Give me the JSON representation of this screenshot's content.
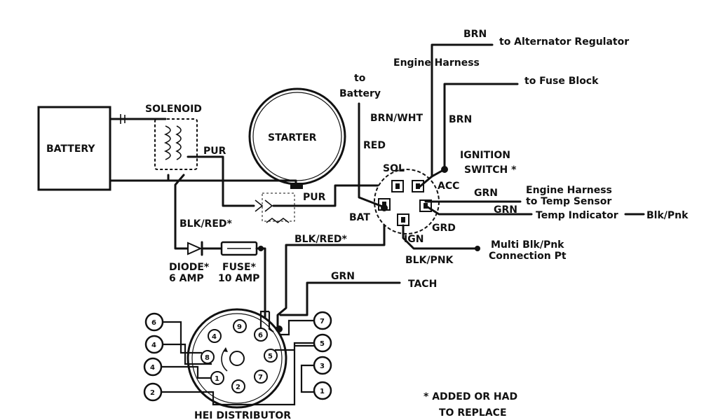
{
  "labels": {
    "battery": "BATTERY",
    "solenoid": "SOLENOID",
    "starter": "STARTER",
    "pur_1": "PUR",
    "pur_2": "PUR",
    "blk_red_1": "BLK/RED*",
    "blk_red_2": "BLK/RED*",
    "diode_1": "DIODE*",
    "diode_2": "6 AMP",
    "fuse_1": "FUSE*",
    "fuse_2": "10 AMP",
    "brn_top": "BRN",
    "to_alt_reg": "to Alternator Regulator",
    "engine_harness": "Engine Harness",
    "to_fuse_block": "to Fuse Block",
    "to": "to",
    "battery_dest": "Battery",
    "brn_wht": "BRN/WHT",
    "brn_mid": "BRN",
    "red": "RED",
    "ignition": "IGNITION",
    "switch": "SWITCH *",
    "sol": "SOL",
    "acc": "ACC",
    "bat": "BAT",
    "grd": "GRD",
    "ign": "IGN",
    "grn_1": "GRN",
    "grn_2": "GRN",
    "engine_harness_2": "Engine Harness",
    "to_temp_sensor": "to Temp Sensor",
    "temp_indicator": "Temp Indicator",
    "blk_pnk": "Blk/Pnk",
    "multi_1": "Multi Blk/Pnk",
    "multi_2": "Connection Pt",
    "blk_pnk_caps": "BLK/PNK",
    "grn_tach": "GRN",
    "tach": "TACH",
    "hei_distributor": "HEI DISTRIBUTOR",
    "added_1": "* ADDED OR HAD",
    "added_2": "TO REPLACE"
  },
  "pins": [
    "6",
    "4",
    "2",
    "5",
    "4",
    "3",
    "1",
    "7",
    "8",
    "9",
    "2",
    "1"
  ]
}
